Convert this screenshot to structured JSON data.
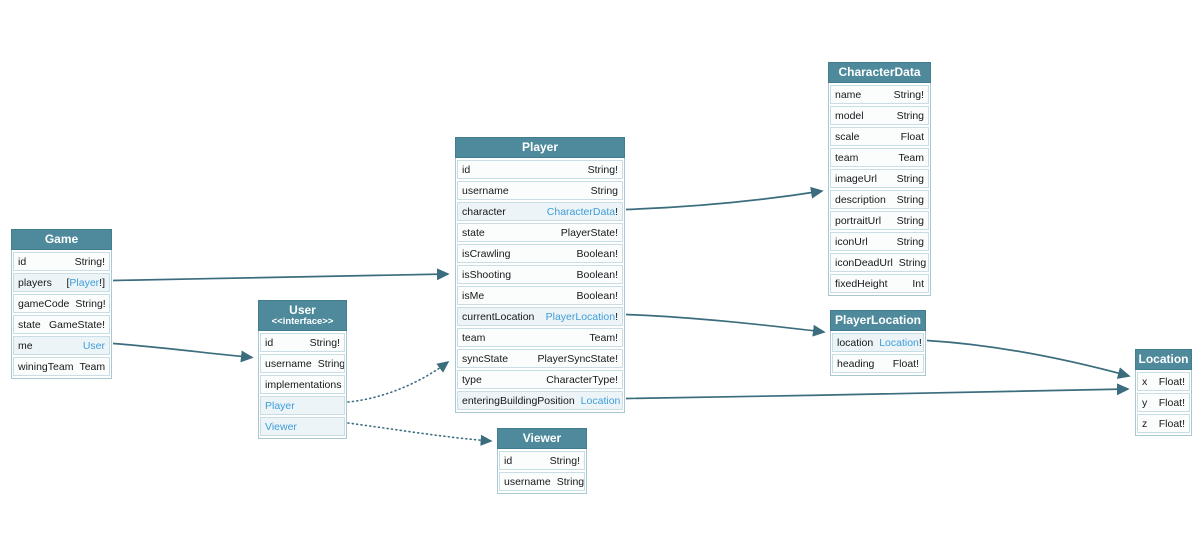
{
  "diagram": {
    "kind": "graphql-schema-diagram",
    "background": "#ffffff",
    "tables": [
      {
        "id": "game",
        "title": "Game",
        "subtitle": "",
        "fields": [
          {
            "name": "id",
            "pre": "",
            "link": "",
            "post": "String!",
            "highlighted": false
          },
          {
            "name": "players",
            "pre": "[",
            "link": "Player",
            "post": "!]",
            "highlighted": true
          },
          {
            "name": "gameCode",
            "pre": "",
            "link": "",
            "post": "String!",
            "highlighted": false
          },
          {
            "name": "state",
            "pre": "",
            "link": "",
            "post": "GameState!",
            "highlighted": false
          },
          {
            "name": "me",
            "pre": "",
            "link": "User",
            "post": "",
            "highlighted": true
          },
          {
            "name": "winingTeam",
            "pre": "",
            "link": "",
            "post": "Team",
            "highlighted": false
          }
        ]
      },
      {
        "id": "user",
        "title": "User",
        "subtitle": "<<interface>>",
        "fields": [
          {
            "name": "id",
            "pre": "",
            "link": "",
            "post": "String!",
            "highlighted": false
          },
          {
            "name": "username",
            "pre": "",
            "link": "",
            "post": "String",
            "highlighted": false
          },
          {
            "name": "implementations",
            "pre": "",
            "link": "",
            "post": "",
            "highlighted": false
          },
          {
            "name": "",
            "pre": "",
            "link": "Player",
            "post": "",
            "highlighted": true
          },
          {
            "name": "",
            "pre": "",
            "link": "Viewer",
            "post": "",
            "highlighted": true
          }
        ]
      },
      {
        "id": "player",
        "title": "Player",
        "subtitle": "",
        "fields": [
          {
            "name": "id",
            "pre": "",
            "link": "",
            "post": "String!",
            "highlighted": false
          },
          {
            "name": "username",
            "pre": "",
            "link": "",
            "post": "String",
            "highlighted": false
          },
          {
            "name": "character",
            "pre": "",
            "link": "CharacterData",
            "post": "!",
            "highlighted": true
          },
          {
            "name": "state",
            "pre": "",
            "link": "",
            "post": "PlayerState!",
            "highlighted": false
          },
          {
            "name": "isCrawling",
            "pre": "",
            "link": "",
            "post": "Boolean!",
            "highlighted": false
          },
          {
            "name": "isShooting",
            "pre": "",
            "link": "",
            "post": "Boolean!",
            "highlighted": false
          },
          {
            "name": "isMe",
            "pre": "",
            "link": "",
            "post": "Boolean!",
            "highlighted": false
          },
          {
            "name": "currentLocation",
            "pre": "",
            "link": "PlayerLocation",
            "post": "!",
            "highlighted": true
          },
          {
            "name": "team",
            "pre": "",
            "link": "",
            "post": "Team!",
            "highlighted": false
          },
          {
            "name": "syncState",
            "pre": "",
            "link": "",
            "post": "PlayerSyncState!",
            "highlighted": false
          },
          {
            "name": "type",
            "pre": "",
            "link": "",
            "post": "CharacterType!",
            "highlighted": false
          },
          {
            "name": "enteringBuildingPosition",
            "pre": "",
            "link": "Location",
            "post": "",
            "highlighted": true
          }
        ]
      },
      {
        "id": "viewer",
        "title": "Viewer",
        "subtitle": "",
        "fields": [
          {
            "name": "id",
            "pre": "",
            "link": "",
            "post": "String!",
            "highlighted": false
          },
          {
            "name": "username",
            "pre": "",
            "link": "",
            "post": "String",
            "highlighted": false
          }
        ]
      },
      {
        "id": "characterdata",
        "title": "CharacterData",
        "subtitle": "",
        "fields": [
          {
            "name": "name",
            "pre": "",
            "link": "",
            "post": "String!",
            "highlighted": false
          },
          {
            "name": "model",
            "pre": "",
            "link": "",
            "post": "String",
            "highlighted": false
          },
          {
            "name": "scale",
            "pre": "",
            "link": "",
            "post": "Float",
            "highlighted": false
          },
          {
            "name": "team",
            "pre": "",
            "link": "",
            "post": "Team",
            "highlighted": false
          },
          {
            "name": "imageUrl",
            "pre": "",
            "link": "",
            "post": "String",
            "highlighted": false
          },
          {
            "name": "description",
            "pre": "",
            "link": "",
            "post": "String",
            "highlighted": false
          },
          {
            "name": "portraitUrl",
            "pre": "",
            "link": "",
            "post": "String",
            "highlighted": false
          },
          {
            "name": "iconUrl",
            "pre": "",
            "link": "",
            "post": "String",
            "highlighted": false
          },
          {
            "name": "iconDeadUrl",
            "pre": "",
            "link": "",
            "post": "String",
            "highlighted": false
          },
          {
            "name": "fixedHeight",
            "pre": "",
            "link": "",
            "post": "Int",
            "highlighted": false
          }
        ]
      },
      {
        "id": "playerlocation",
        "title": "PlayerLocation",
        "subtitle": "",
        "fields": [
          {
            "name": "location",
            "pre": "",
            "link": "Location",
            "post": "!",
            "highlighted": true
          },
          {
            "name": "heading",
            "pre": "",
            "link": "",
            "post": "Float!",
            "highlighted": false
          }
        ]
      },
      {
        "id": "location",
        "title": "Location",
        "subtitle": "",
        "fields": [
          {
            "name": "x",
            "pre": "",
            "link": "",
            "post": "Float!",
            "highlighted": false
          },
          {
            "name": "y",
            "pre": "",
            "link": "",
            "post": "Float!",
            "highlighted": false
          },
          {
            "name": "z",
            "pre": "",
            "link": "",
            "post": "Float!",
            "highlighted": false
          }
        ]
      }
    ],
    "connections": [
      {
        "from": "Game.players",
        "to": "Player",
        "style": "solid"
      },
      {
        "from": "Game.me",
        "to": "User",
        "style": "solid"
      },
      {
        "from": "User.Player",
        "to": "Player",
        "style": "dotted"
      },
      {
        "from": "User.Viewer",
        "to": "Viewer",
        "style": "dotted"
      },
      {
        "from": "Player.character",
        "to": "CharacterData",
        "style": "solid"
      },
      {
        "from": "Player.currentLocation",
        "to": "PlayerLocation",
        "style": "solid"
      },
      {
        "from": "Player.enteringBuildingPosition",
        "to": "Location",
        "style": "solid"
      },
      {
        "from": "PlayerLocation.location",
        "to": "Location",
        "style": "solid"
      }
    ],
    "colors": {
      "header_bg": "#4e8a9c",
      "header_text": "#ffffff",
      "row_bg": "#fbfdfd",
      "row_highlight_bg": "#ecf4f7",
      "row_border": "#c9dde5",
      "type_link": "#3f9ddb",
      "text": "#15181a",
      "edge": "#3b6d7e"
    }
  }
}
